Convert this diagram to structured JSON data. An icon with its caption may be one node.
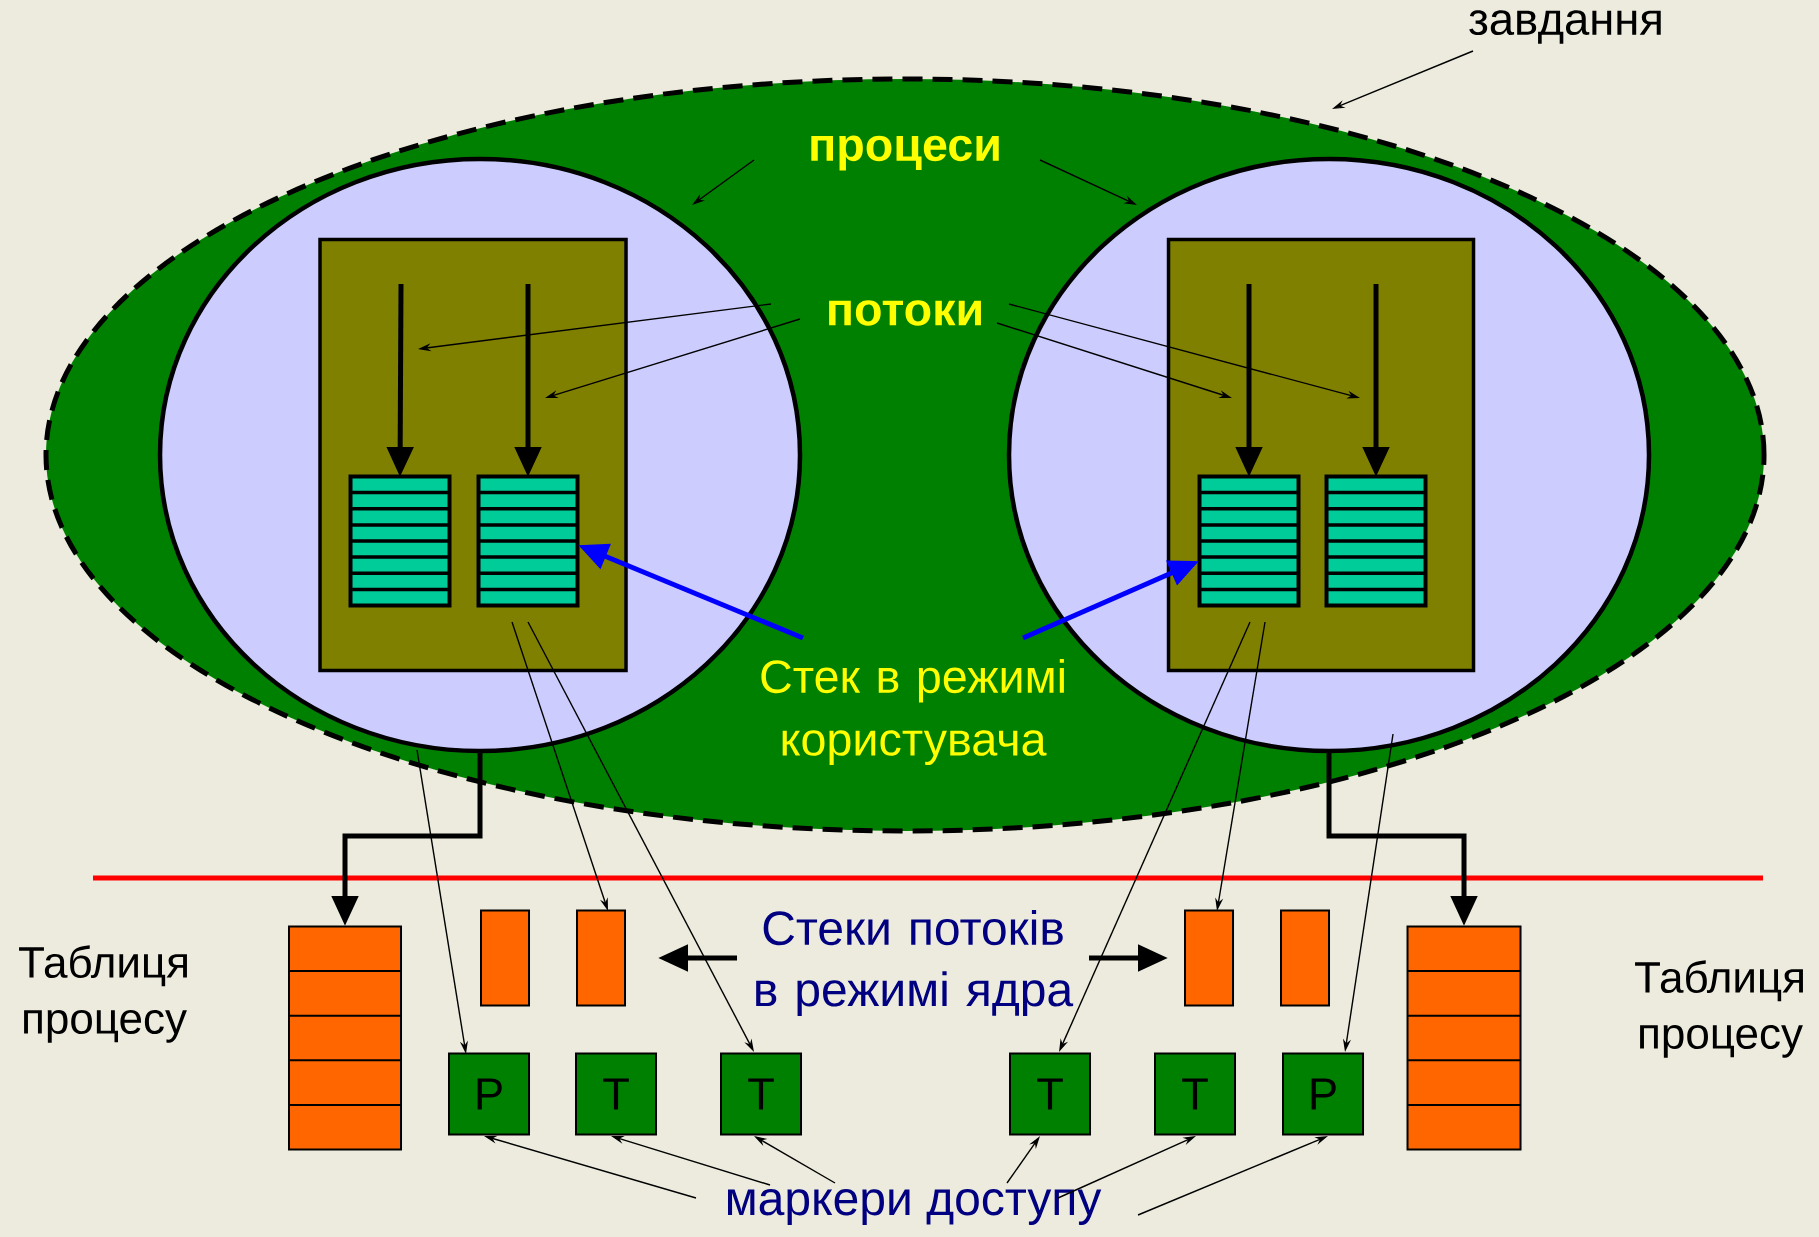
{
  "diagram": {
    "nodes": [
      {
        "text": [],
        "shape": "ellipse"
      },
      {
        "text": [],
        "shape": "ellipse",
        "in": 0
      },
      {
        "text": [],
        "shape": "box",
        "in": 1
      },
      {
        "text": [],
        "shape": "box",
        "in": 2
      },
      {
        "text": [],
        "shape": "box",
        "in": 2
      },
      {
        "text": [],
        "shape": "ellipse",
        "in": 0
      },
      {
        "text": [],
        "shape": "box",
        "in": 5
      },
      {
        "text": [],
        "shape": "box",
        "in": 6
      },
      {
        "text": [],
        "shape": "box",
        "in": 6
      },
      {
        "text": [
          "завдання"
        ]
      },
      {
        "text": [
          "процеси"
        ],
        "in": 0
      },
      {
        "text": [
          "потоки"
        ],
        "in": 0
      },
      {
        "text": [
          "Стек в режимі користувача"
        ],
        "in": 0
      },
      {
        "text": [
          "Таблиця процесу"
        ]
      },
      {
        "text": [],
        "shape": "box"
      },
      {
        "text": [],
        "shape": "box"
      },
      {
        "text": [
          "Стеки потоків в режимі ядра"
        ]
      },
      {
        "text": [],
        "shape": "box"
      },
      {
        "text": [],
        "shape": "box"
      },
      {
        "text": [
          "Таблиця процесу"
        ]
      },
      {
        "text": [
          "P"
        ]
      },
      {
        "text": [
          "T"
        ]
      },
      {
        "text": [
          "T"
        ]
      },
      {
        "text": [
          "T"
        ]
      },
      {
        "text": [
          "T"
        ]
      },
      {
        "text": [
          "P"
        ]
      },
      {
        "text": [
          "маркери доступу"
        ]
      }
    ],
    "edges": [
      {
        "from": 9,
        "to": 0,
        "arrow": "to"
      },
      {
        "from": 10,
        "to": 1,
        "arrow": "to"
      },
      {
        "from": 10,
        "to": 5,
        "arrow": "to"
      },
      {
        "from": null,
        "to": 3,
        "arrow": "to",
        "style": "thick"
      },
      {
        "from": null,
        "to": 4,
        "arrow": "to",
        "style": "thick"
      },
      {
        "from": null,
        "to": 7,
        "arrow": "to",
        "style": "thick"
      },
      {
        "from": null,
        "to": 8,
        "arrow": "to",
        "style": "thick"
      },
      {
        "from": 11,
        "to": null,
        "arrow": "to"
      },
      {
        "from": 11,
        "to": null,
        "arrow": "to"
      },
      {
        "from": 11,
        "to": null,
        "arrow": "to"
      },
      {
        "from": 11,
        "to": null,
        "arrow": "to"
      },
      {
        "from": 12,
        "to": 4,
        "arrow": "to",
        "style": "thick",
        "color": "#0000ff"
      },
      {
        "from": 12,
        "to": 7,
        "arrow": "to",
        "style": "thick",
        "color": "#0000ff"
      },
      {
        "from": 1,
        "to": 13,
        "arrow": "to",
        "style": "thick"
      },
      {
        "from": 5,
        "to": 19,
        "arrow": "to",
        "style": "thick"
      },
      {
        "from": 16,
        "to": 15,
        "arrow": "to",
        "style": "thick"
      },
      {
        "from": 16,
        "to": 17,
        "arrow": "to",
        "style": "thick"
      },
      {
        "from": 1,
        "to": 20,
        "arrow": "to"
      },
      {
        "from": 4,
        "to": 15,
        "arrow": "to"
      },
      {
        "from": 4,
        "to": 22,
        "arrow": "to"
      },
      {
        "from": 7,
        "to": 23,
        "arrow": "to"
      },
      {
        "from": 7,
        "to": 17,
        "arrow": "to"
      },
      {
        "from": 5,
        "to": 25,
        "arrow": "to"
      },
      {
        "from": 26,
        "to": 20,
        "arrow": "to"
      },
      {
        "from": 26,
        "to": 21,
        "arrow": "to"
      },
      {
        "from": 26,
        "to": 22,
        "arrow": "to"
      },
      {
        "from": 26,
        "to": 23,
        "arrow": "to"
      },
      {
        "from": 26,
        "to": 24,
        "arrow": "to"
      },
      {
        "from": 26,
        "to": 25,
        "arrow": "to"
      }
    ]
  }
}
